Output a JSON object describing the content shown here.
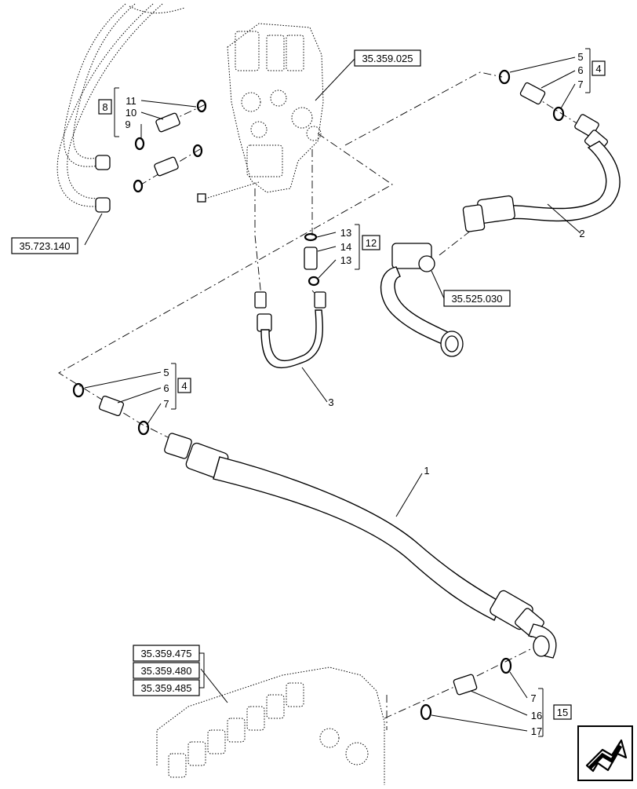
{
  "references": {
    "valve_top": "35.359.025",
    "lines_left": "35.723.140",
    "tee_fitting": "35.525.030",
    "valve_bottom_1": "35.359.475",
    "valve_bottom_2": "35.359.480",
    "valve_bottom_3": "35.359.485"
  },
  "callouts": {
    "c1": "1",
    "c2": "2",
    "c3": "3",
    "tr_5": "5",
    "tr_6": "6",
    "tr_7": "7",
    "tr_kit": "4",
    "tl_11": "11",
    "tl_10": "10",
    "tl_9": "9",
    "tl_kit": "8",
    "mid_13a": "13",
    "mid_14": "14",
    "mid_13b": "13",
    "mid_kit": "12",
    "l_5": "5",
    "l_6": "6",
    "l_7": "7",
    "l_kit": "4",
    "br_7": "7",
    "br_16": "16",
    "br_17": "17",
    "br_kit": "15"
  },
  "nav_icon": "next-page-arrow-icon"
}
